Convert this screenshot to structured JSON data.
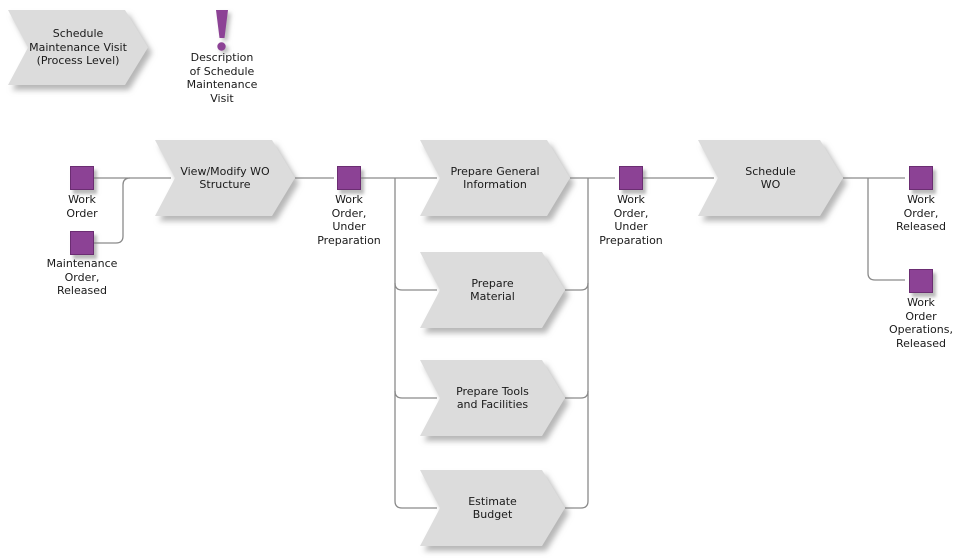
{
  "diagram": {
    "title_banner": {
      "label": "Schedule\nMaintenance Visit\n(Process Level)"
    },
    "note": {
      "icon": "exclamation-icon",
      "label": "Description\nof Schedule\nMaintenance\nVisit"
    },
    "steps": [
      {
        "id": "view-modify-wo-structure",
        "label": "View/Modify WO\nStructure"
      },
      {
        "id": "prepare-general-information",
        "label": "Prepare General\nInformation"
      },
      {
        "id": "prepare-material",
        "label": "Prepare\nMaterial"
      },
      {
        "id": "prepare-tools-and-facilities",
        "label": "Prepare Tools\nand Facilities"
      },
      {
        "id": "estimate-budget",
        "label": "Estimate\nBudget"
      },
      {
        "id": "schedule-wo",
        "label": "Schedule\nWO"
      }
    ],
    "artifacts": [
      {
        "id": "work-order",
        "label": "Work\nOrder"
      },
      {
        "id": "maintenance-order-released",
        "label": "Maintenance\nOrder,\nReleased"
      },
      {
        "id": "work-order-under-preparation-1",
        "label": "Work\nOrder,\nUnder\nPreparation"
      },
      {
        "id": "work-order-under-preparation-2",
        "label": "Work\nOrder,\nUnder\nPreparation"
      },
      {
        "id": "work-order-released",
        "label": "Work\nOrder,\nReleased"
      },
      {
        "id": "work-order-operations-released",
        "label": "Work\nOrder\nOperations,\nReleased"
      }
    ],
    "colors": {
      "background": "#ffffff",
      "step_fill": "#dcdcdc",
      "artifact_fill": "#8c4295",
      "artifact_border": "#6b2d72",
      "connector": "#8a8a8a",
      "arrowhead": "#5f5f5f",
      "text": "#1a1a1a"
    }
  }
}
